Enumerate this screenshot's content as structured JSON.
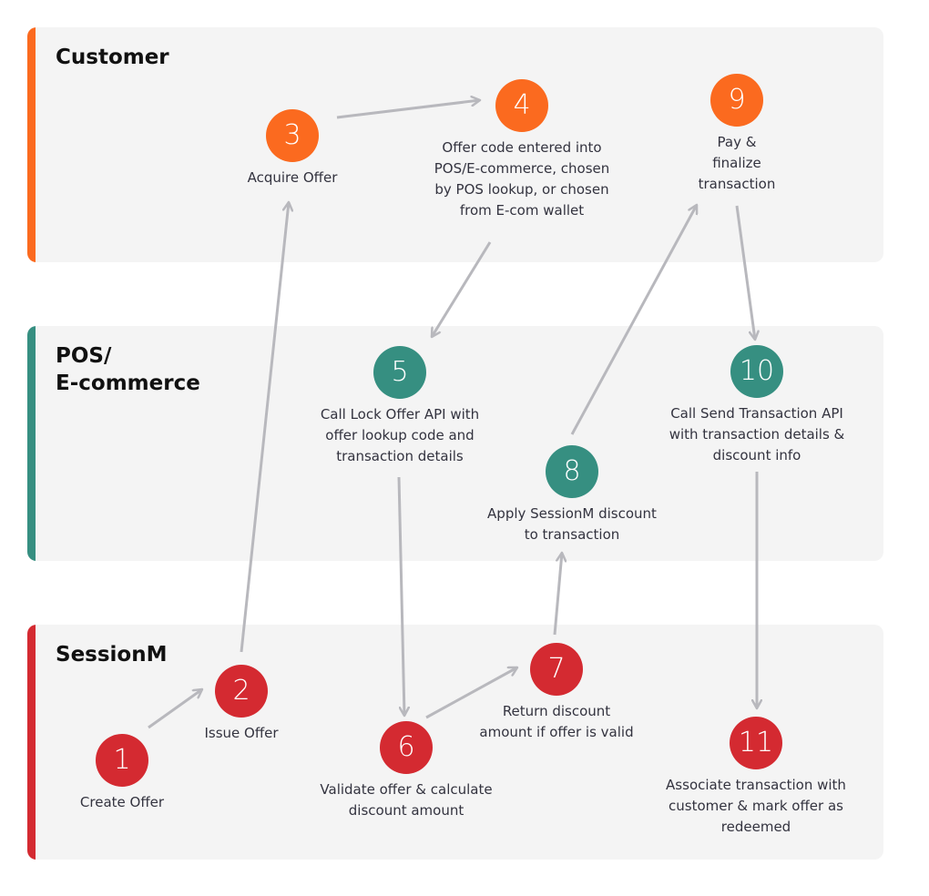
{
  "colors": {
    "customer": "#fb6a1f",
    "pos": "#368f81",
    "sessionm": "#d42a31",
    "arrow": "#b8b8bd",
    "lane_bg": "#f4f4f4"
  },
  "lanes": [
    {
      "id": "customer",
      "title": "Customer"
    },
    {
      "id": "pos",
      "title": "POS/\nE-commerce"
    },
    {
      "id": "sessionm",
      "title": "SessionM"
    }
  ],
  "steps": [
    {
      "number": "1",
      "lane": "sessionm",
      "label": "Create Offer"
    },
    {
      "number": "2",
      "lane": "sessionm",
      "label": "Issue Offer"
    },
    {
      "number": "3",
      "lane": "customer",
      "label": "Acquire Offer"
    },
    {
      "number": "4",
      "lane": "customer",
      "label": "Offer code entered into\nPOS/E-commerce, chosen\nby POS lookup, or chosen\nfrom E-com wallet"
    },
    {
      "number": "5",
      "lane": "pos",
      "label": "Call Lock Offer API with\noffer lookup code and\ntransaction details"
    },
    {
      "number": "6",
      "lane": "sessionm",
      "label": "Validate offer & calculate\ndiscount amount"
    },
    {
      "number": "7",
      "lane": "sessionm",
      "label": "Return discount\namount if offer is valid"
    },
    {
      "number": "8",
      "lane": "pos",
      "label": "Apply SessionM discount\nto transaction"
    },
    {
      "number": "9",
      "lane": "customer",
      "label": "Pay &\nfinalize\ntransaction"
    },
    {
      "number": "10",
      "lane": "pos",
      "label": "Call Send Transaction API\nwith transaction details &\ndiscount info"
    },
    {
      "number": "11",
      "lane": "sessionm",
      "label": "Associate transaction with\ncustomer & mark offer as\nredeemed"
    }
  ],
  "flows": [
    {
      "from": "1",
      "to": "2"
    },
    {
      "from": "2",
      "to": "3"
    },
    {
      "from": "3",
      "to": "4"
    },
    {
      "from": "4",
      "to": "5"
    },
    {
      "from": "5",
      "to": "6"
    },
    {
      "from": "6",
      "to": "7"
    },
    {
      "from": "7",
      "to": "8"
    },
    {
      "from": "8",
      "to": "9"
    },
    {
      "from": "9",
      "to": "10"
    },
    {
      "from": "10",
      "to": "11"
    }
  ]
}
